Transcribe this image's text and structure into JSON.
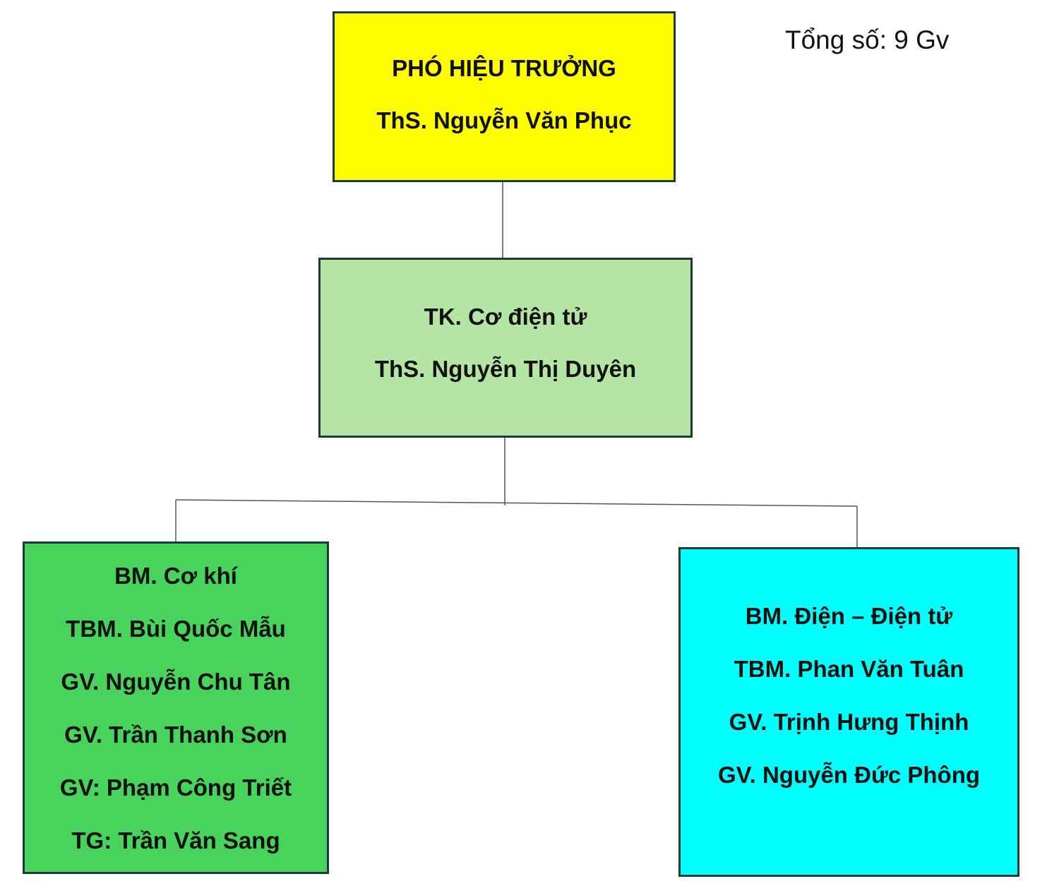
{
  "total": "Tổng số: 9 Gv",
  "colors": {
    "principal_fill": "#ffff00",
    "department_fill": "#b5e5a4",
    "mechanical_fill": "#47d35c",
    "electrical_fill": "#00ffff",
    "border": "#1c3a3a",
    "connector": "#555555"
  },
  "principal": {
    "title": "PHÓ HIỆU TRƯỞNG",
    "name": "ThS. Nguyễn Văn Phục"
  },
  "department": {
    "title": "TK. Cơ điện tử",
    "name": "ThS. Nguyễn Thị Duyên"
  },
  "mechanical": {
    "lines": [
      "BM. Cơ khí",
      "TBM. Bùi Quốc Mẫu",
      "GV. Nguyễn Chu Tân",
      "GV. Trần Thanh Sơn",
      "GV: Phạm Công Triết",
      "TG: Trần Văn Sang"
    ]
  },
  "electrical": {
    "lines": [
      "BM. Điện – Điện tử",
      "TBM. Phan Văn Tuân",
      "GV. Trịnh Hưng Thịnh",
      "GV. Nguyễn Đức Phông"
    ]
  }
}
